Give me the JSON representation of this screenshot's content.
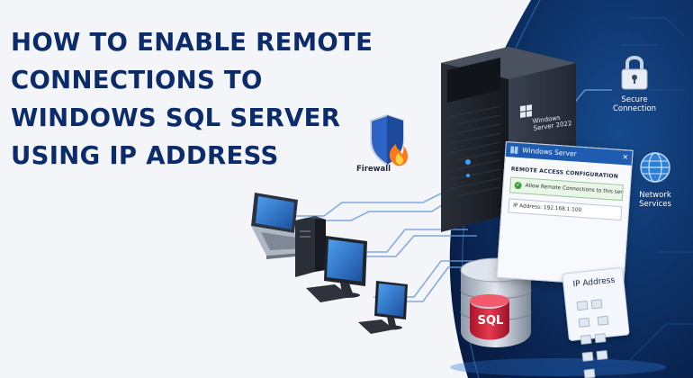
{
  "title_lines": [
    "HOW TO ENABLE REMOTE",
    "CONNECTIONS TO",
    "WINDOWS SQL SERVER",
    "USING IP ADDRESS"
  ],
  "server_label": [
    "Windows",
    "Server 2022"
  ],
  "firewall_label": "Firewall",
  "dialog": {
    "title": "Windows Server",
    "section": "REMOTE ACCESS CONFIGURATION",
    "checkbox_label": "Allow Remote Connections to this server",
    "ip_field": "IP Address: 192.168.1.100"
  },
  "secure_label": [
    "Secure",
    "Connection"
  ],
  "network_label": [
    "Network",
    "Services"
  ],
  "ip_card_label": "IP Address",
  "db_label": "SQL",
  "colors": {
    "title": "#0b2b6a",
    "dark_bg": "#0a2a5e",
    "accent": "#1f5bb0",
    "sql_red": "#d7263d"
  },
  "icons": [
    "lock-icon",
    "globe-icon",
    "shield-icon",
    "flame-icon",
    "checkmark-icon",
    "windows-logo-icon",
    "close-icon"
  ]
}
